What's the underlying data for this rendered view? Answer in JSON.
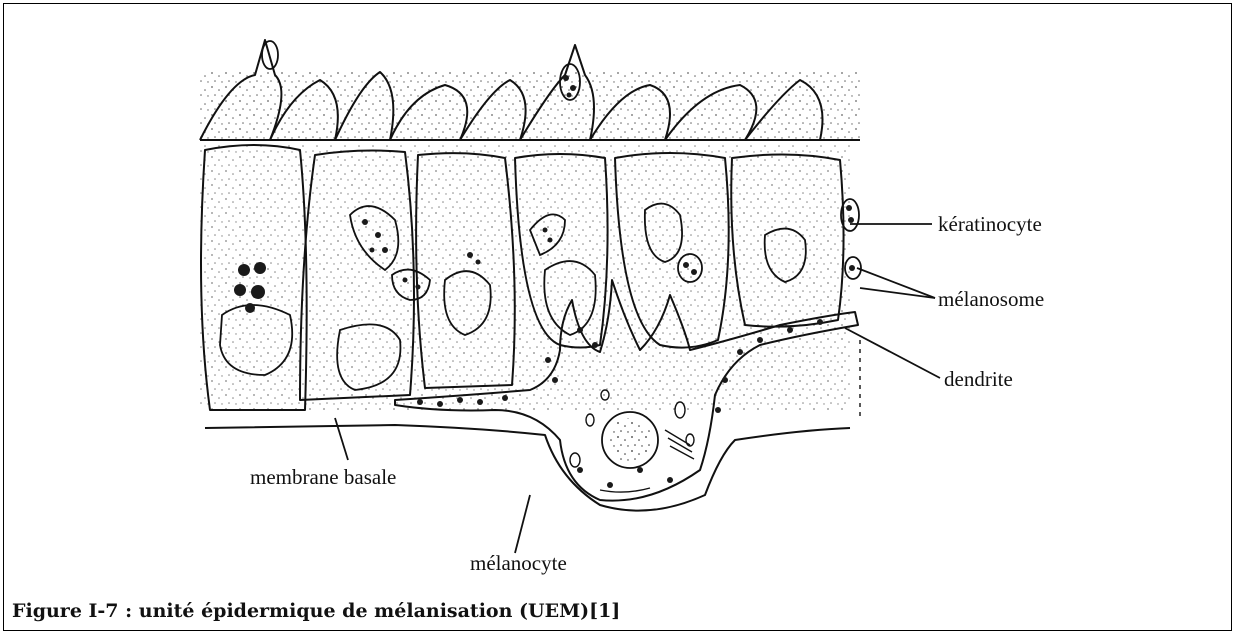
{
  "labels": {
    "keratinocyte": "kératinocyte",
    "melanosome": "mélanosome",
    "dendrite": "dendrite",
    "membrane_basale": "membrane basale",
    "melanocyte": "mélanocyte"
  },
  "caption": "Figure I-7 : unité épidermique de mélanisation (UEM)[1]"
}
